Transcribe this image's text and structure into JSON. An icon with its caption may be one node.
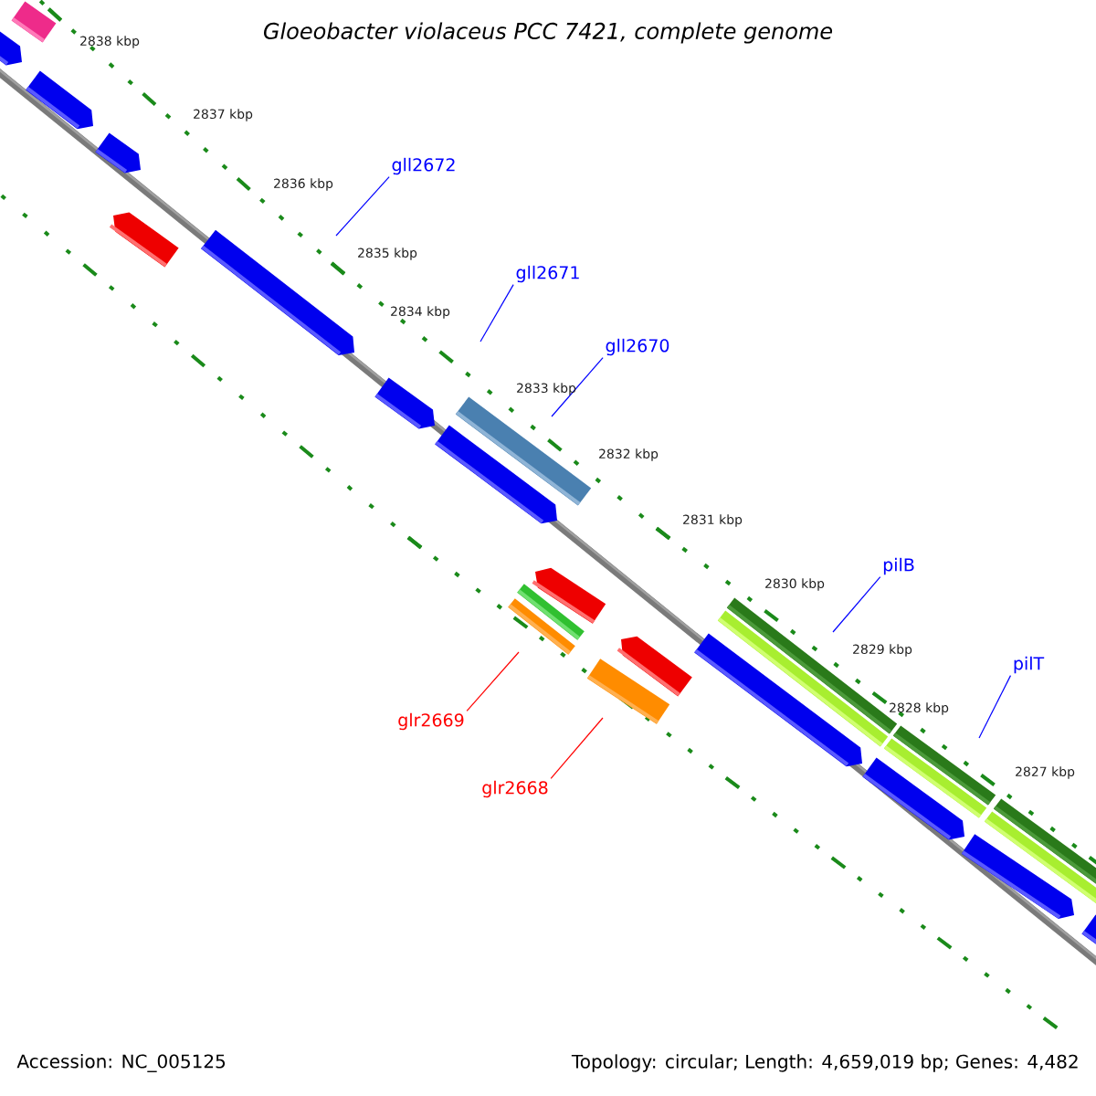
{
  "diagram": {
    "title": "Gloeobacter violaceus PCC 7421, complete genome",
    "nodes": [
      {
        "text": [
          "gll2672"
        ]
      },
      {
        "text": [
          "gll2671"
        ]
      },
      {
        "text": [
          "gll2670"
        ]
      },
      {
        "text": [
          "pilB"
        ]
      },
      {
        "text": [
          "pilT"
        ]
      },
      {
        "text": [
          "glr2669"
        ]
      },
      {
        "text": [
          "glr2668"
        ]
      }
    ],
    "edges": [
      {
        "from": 0,
        "to": null,
        "arrow": "none"
      },
      {
        "from": 1,
        "to": null,
        "arrow": "none"
      },
      {
        "from": 2,
        "to": null,
        "arrow": "none"
      },
      {
        "from": 3,
        "to": null,
        "arrow": "none"
      },
      {
        "from": 4,
        "to": null,
        "arrow": "none"
      },
      {
        "from": 5,
        "to": null,
        "arrow": "none",
        "color": "#ff0000"
      },
      {
        "from": 6,
        "to": null,
        "arrow": "none",
        "color": "#ff0000"
      }
    ],
    "labels": [
      "2838 kbp",
      "2837 kbp",
      "2836 kbp",
      "2835 kbp",
      "2834 kbp",
      "2833 kbp",
      "2832 kbp",
      "2831 kbp",
      "2830 kbp",
      "2829 kbp",
      "2828 kbp",
      "2827 kbp",
      "Accession: NC_005125",
      "Topology: circular; Length: 4,659,019 bp; Genes: 4,482"
    ]
  }
}
